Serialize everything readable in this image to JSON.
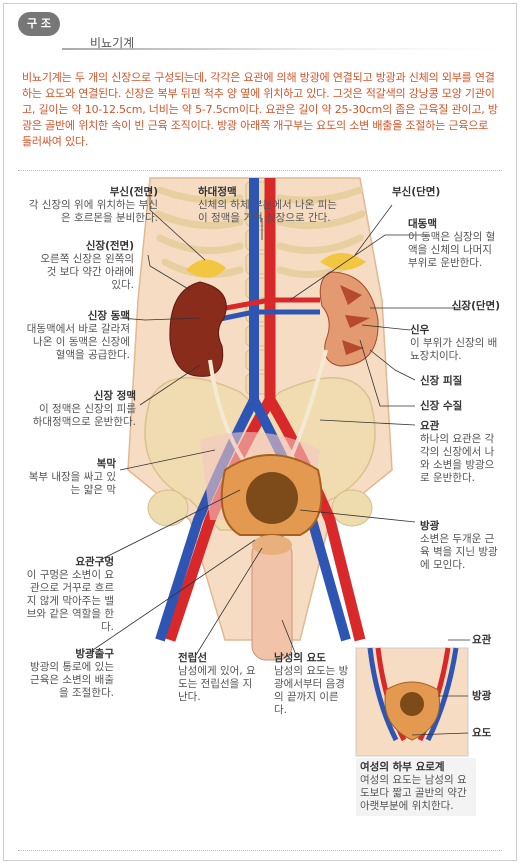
{
  "header": {
    "badge": "구 조",
    "title": "비뇨기계"
  },
  "intro": "비뇨기계는 두 개의 신장으로 구성되는데, 각각은 요관에 의해 방광에 연결되고 방광과 신체의 외부를 연결하는 요도와 연결된다. 신장은 복부 뒤편 척추 양 옆에 위치하고 있다. 그것은 적갈색의 강낭콩 모양 기관이고, 길이는 약 10-12.5cm, 너비는 약 5-7.5cm이다. 요관은 길이 약 25-30cm의 좁은 근육질 관이고, 방광은 골반에 위치한 속이 빈 근육 조직이다. 방광 아래쪽 개구부는 요도의 소변 배출을 조절하는 근육으로 둘러싸여 있다.",
  "labels": {
    "adrenal_front": {
      "title": "부신(전면)",
      "desc": "각 신장의 위에 위치하는 부신은 호르몬을 분비한다."
    },
    "ivc": {
      "title": "하대정맥",
      "desc": "신체의 하체 부분에서 나온 피는 이 정맥을 거쳐 심장으로 간다."
    },
    "adrenal_section": {
      "title": "부신(단면)"
    },
    "aorta": {
      "title": "대동맥",
      "desc": "이 동맥은 심장의 혈액을 신체의 나머지 부위로 운반한다."
    },
    "kidney_front": {
      "title": "신장(전면)",
      "desc": "오른쪽 신장은 왼쪽의 것 보다 약간 아래에 있다."
    },
    "kidney_section": {
      "title": "신장(단면)"
    },
    "renal_artery": {
      "title": "신장 동맥",
      "desc": "대동맥에서 바로 갈라져 나온 이 동맥은 신장에 혈액을 공급한다."
    },
    "renal_pelvis": {
      "title": "신우",
      "desc": "이 부위가 신장의 배뇨장치이다."
    },
    "cortex": {
      "title": "신장 피질"
    },
    "medulla": {
      "title": "신장 수질"
    },
    "renal_vein": {
      "title": "신장 정맥",
      "desc": "이 정맥은 신장의 피를 하대정맥으로 운반한다."
    },
    "ureter": {
      "title": "요관",
      "desc": "하나의 요관은 각각의 신장에서 나와 소변을 방광으로 운반한다."
    },
    "peritoneum": {
      "title": "복막",
      "desc": "복부 내장을 싸고 있는 얇은 막"
    },
    "bladder": {
      "title": "방광",
      "desc": "소변은 두개운 근육 벽을 지닌 방광에 모인다."
    },
    "ureter_orifice": {
      "title": "요관구멍",
      "desc": "이 구멍은 소변이 요관으로 거꾸로 흐르지 않게 막아주는 밸브와 같은 역할을 한다."
    },
    "bladder_outlet": {
      "title": "방광출구",
      "desc": "방광의 통로에 있는 근육은 소변의 배출을 조절한다."
    },
    "prostate": {
      "title": "전립선",
      "desc": "남성에게 있어, 요도는 전립선을 지난다."
    },
    "male_urethra": {
      "title": "남성의 요도",
      "desc": "남성의 요도는 방광에서부터 음경의 끝까지 이른다."
    }
  },
  "inset": {
    "label_ureter": "요관",
    "label_bladder": "방광",
    "label_urethra": "요도",
    "caption_title": "여성의 하부 요로계",
    "caption_desc": "여성의 요도는 남성의 요도보다 짧고 골반의 약간 아랫부분에 위치한다."
  },
  "colors": {
    "intro_text": "#d2552a",
    "artery": "#d8282a",
    "vein": "#2f55b4",
    "kidney": "#8a2c1c",
    "bone": "#f0dfb4",
    "skin": "#f6dcc2"
  }
}
